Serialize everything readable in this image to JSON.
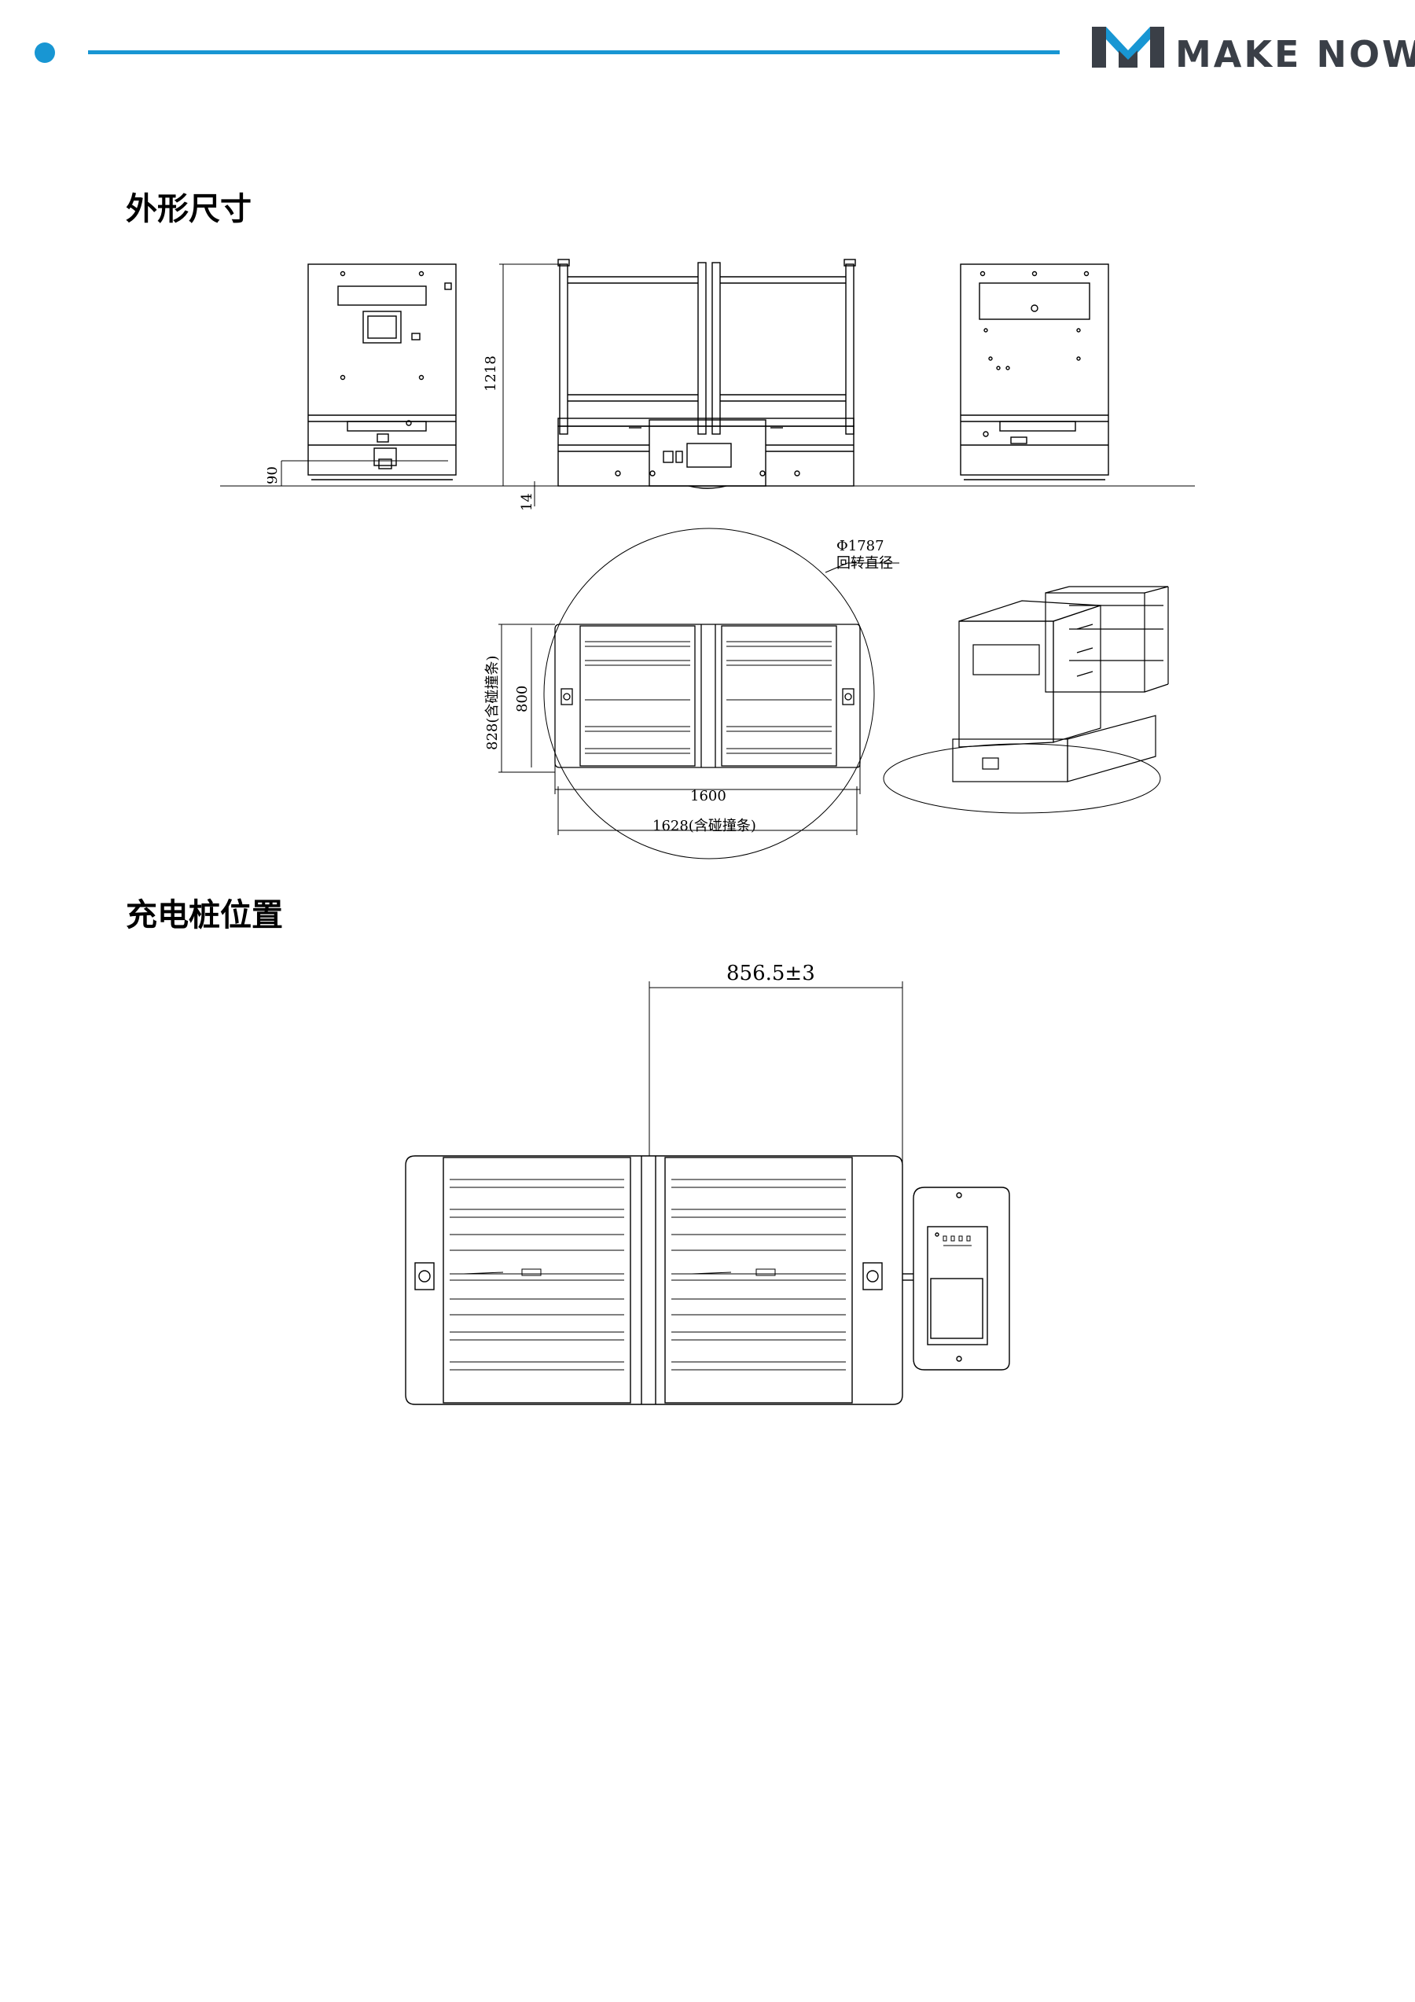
{
  "header": {
    "brand_text": "MAKE NOW",
    "accent_color": "#1896d3",
    "logo_icon": "makenow-m-logo-icon"
  },
  "sections": {
    "dimensions_title": "外形尺寸",
    "charging_title": "充电桩位置"
  },
  "dimension_labels": {
    "height": "1218",
    "ground_clearance": "90",
    "bottom_gap": "14",
    "rotation_diameter": "Φ1787",
    "rotation_label": "回转直径",
    "width_with_bumper": "828(含碰撞条)",
    "width": "800",
    "length": "1600",
    "length_with_bumper": "1628(含碰撞条)",
    "charger_distance": "856.5±3"
  }
}
